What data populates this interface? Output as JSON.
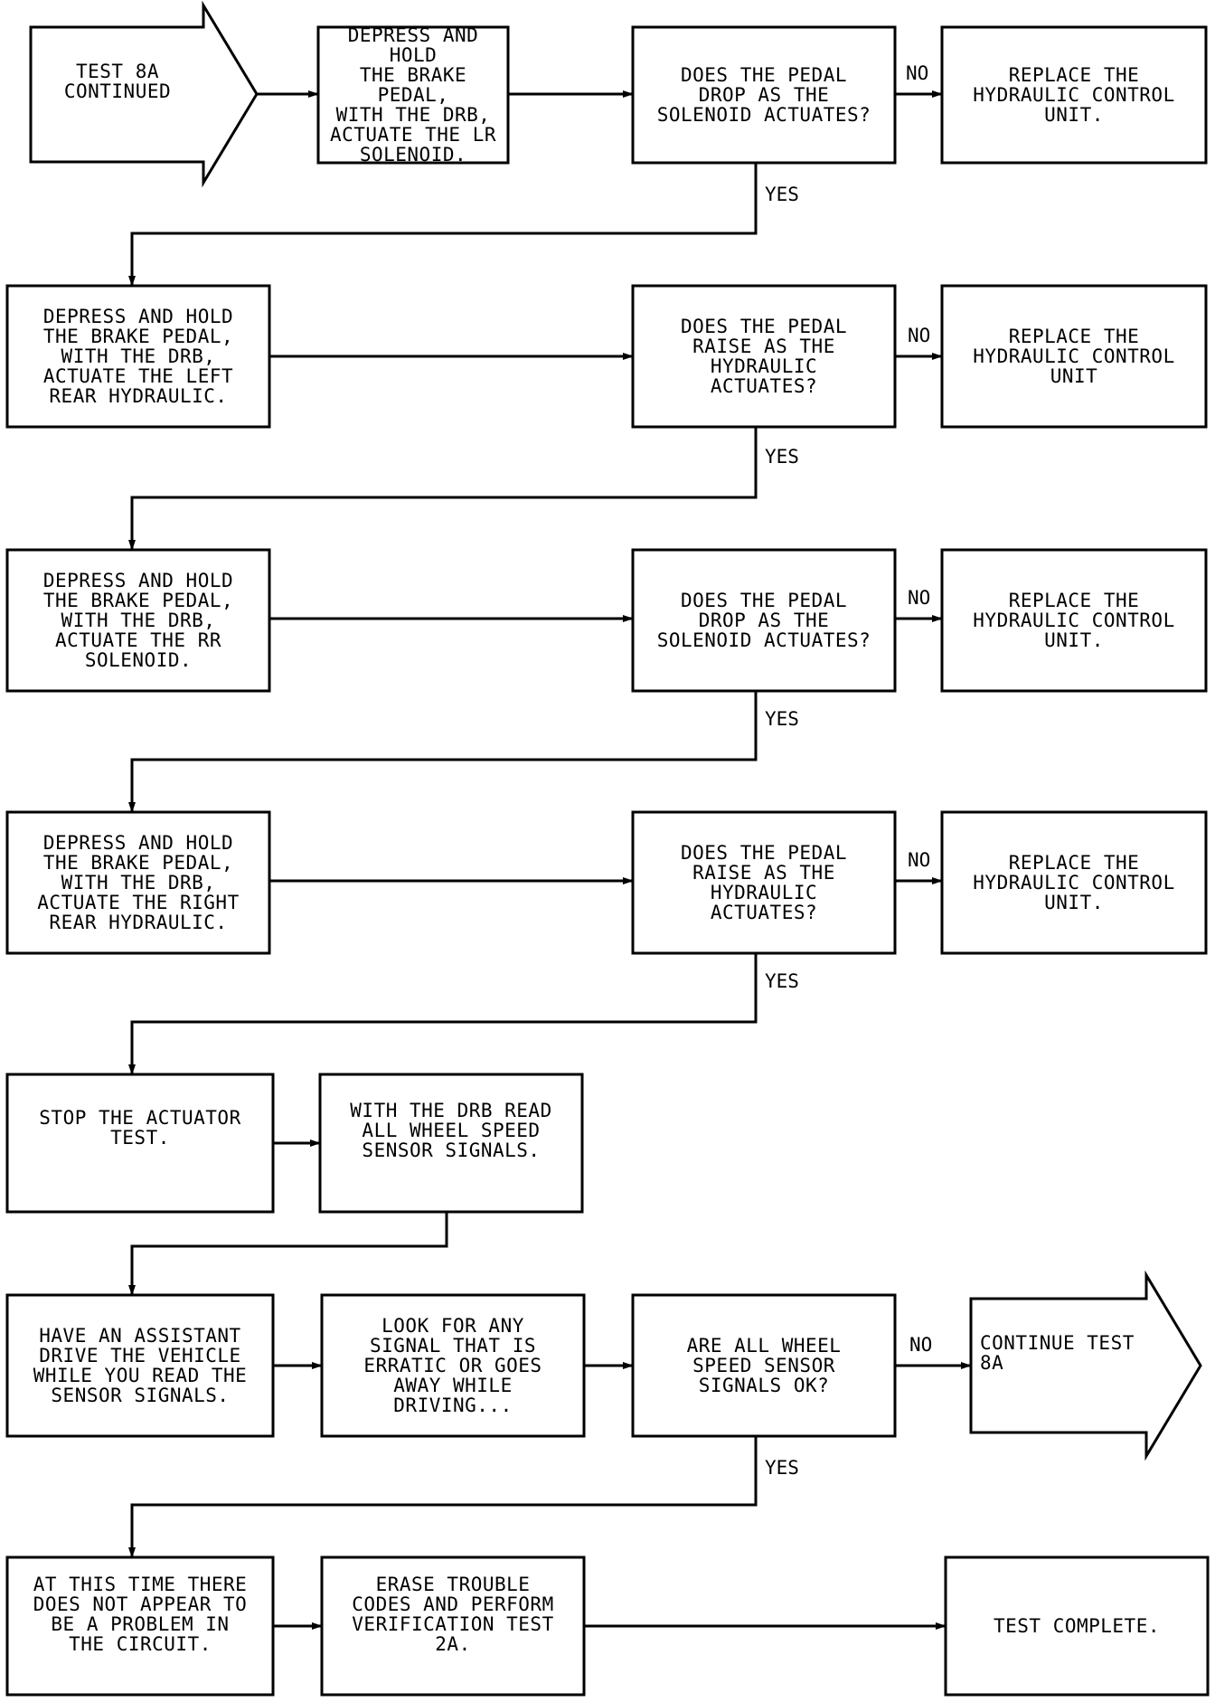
{
  "nodes": {
    "start": [
      "TEST 8A",
      "CONTINUED"
    ],
    "r1_step": [
      "DEPRESS AND HOLD",
      "THE BRAKE PEDAL,",
      "WITH THE DRB,",
      "ACTUATE THE LR",
      "SOLENOID."
    ],
    "r1_q": [
      "DOES THE PEDAL",
      "DROP AS THE",
      "SOLENOID ACTUATES?"
    ],
    "r1_fix": [
      "REPLACE THE",
      "HYDRAULIC CONTROL",
      "UNIT."
    ],
    "r2_step": [
      "DEPRESS AND HOLD",
      "THE BRAKE PEDAL,",
      "WITH THE DRB,",
      "ACTUATE THE LEFT",
      "REAR HYDRAULIC."
    ],
    "r2_q": [
      "DOES THE PEDAL",
      "RAISE AS THE",
      "HYDRAULIC",
      "ACTUATES?"
    ],
    "r2_fix": [
      "REPLACE THE",
      "HYDRAULIC CONTROL",
      "UNIT"
    ],
    "r3_step": [
      "DEPRESS AND HOLD",
      "THE BRAKE PEDAL,",
      "WITH THE DRB,",
      "ACTUATE THE RR",
      "SOLENOID."
    ],
    "r3_q": [
      "DOES THE PEDAL",
      "DROP AS THE",
      "SOLENOID ACTUATES?"
    ],
    "r3_fix": [
      "REPLACE THE",
      "HYDRAULIC CONTROL",
      "UNIT."
    ],
    "r4_step": [
      "DEPRESS AND HOLD",
      "THE BRAKE PEDAL,",
      "WITH THE DRB,",
      "ACTUATE THE RIGHT",
      "REAR HYDRAULIC."
    ],
    "r4_q": [
      "DOES THE PEDAL",
      "RAISE AS THE",
      "HYDRAULIC",
      "ACTUATES?"
    ],
    "r4_fix": [
      "REPLACE THE",
      "HYDRAULIC CONTROL",
      "UNIT."
    ],
    "r5_stop": [
      "STOP THE ACTUATOR",
      "TEST."
    ],
    "r5_read": [
      "WITH THE DRB READ",
      "ALL WHEEL SPEED",
      "SENSOR SIGNALS."
    ],
    "r6_drive": [
      "HAVE AN ASSISTANT",
      "DRIVE THE VEHICLE",
      "WHILE YOU READ THE",
      "SENSOR SIGNALS."
    ],
    "r6_look": [
      "LOOK FOR ANY",
      "SIGNAL THAT IS",
      "ERRATIC OR GOES",
      "AWAY WHILE",
      "DRIVING..."
    ],
    "r6_q": [
      "ARE ALL WHEEL",
      "SPEED SENSOR",
      "SIGNALS OK?"
    ],
    "r6_cont": [
      "CONTINUE TEST",
      "8A"
    ],
    "r7_noprob": [
      "AT THIS TIME THERE",
      "DOES NOT APPEAR TO",
      "BE A PROBLEM IN",
      "THE CIRCUIT."
    ],
    "r7_erase": [
      "ERASE TROUBLE",
      "CODES AND PERFORM",
      "VERIFICATION TEST",
      "2A."
    ],
    "r7_done": [
      "TEST COMPLETE."
    ]
  },
  "labels": {
    "no": "NO",
    "yes": "YES"
  }
}
